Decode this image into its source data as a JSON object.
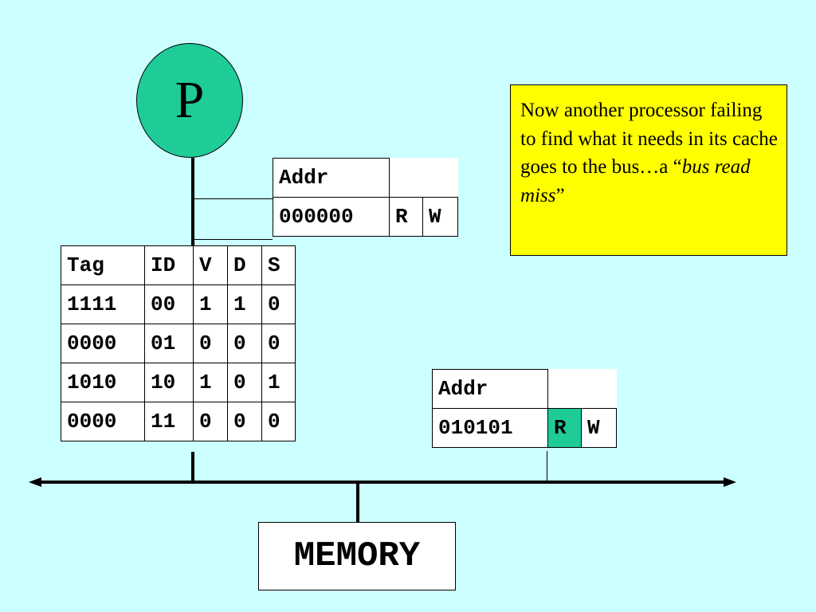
{
  "processor": {
    "label": "P"
  },
  "top_request": {
    "header": "Addr",
    "address": "000000",
    "r": "R",
    "w": "W"
  },
  "cache": {
    "columns": [
      "Tag",
      "ID",
      "V",
      "D",
      "S"
    ],
    "rows": [
      [
        "1111",
        "00",
        "1",
        "1",
        "0"
      ],
      [
        "0000",
        "01",
        "0",
        "0",
        "0"
      ],
      [
        "1010",
        "10",
        "1",
        "0",
        "1"
      ],
      [
        "0000",
        "11",
        "0",
        "0",
        "0"
      ]
    ]
  },
  "bus_request": {
    "header": "Addr",
    "address": "010101",
    "r": "R",
    "w": "W",
    "highlight_color": "#1fcc97"
  },
  "note": {
    "text_before": "Now another processor failing to find what it needs in its cache goes to the bus…a “",
    "text_italic": "bus read miss",
    "text_after": "”",
    "color": "#ffff00"
  },
  "memory": {
    "label": "MEMORY"
  },
  "colors": {
    "background": "#ccffff",
    "processor": "#1fcc97"
  }
}
